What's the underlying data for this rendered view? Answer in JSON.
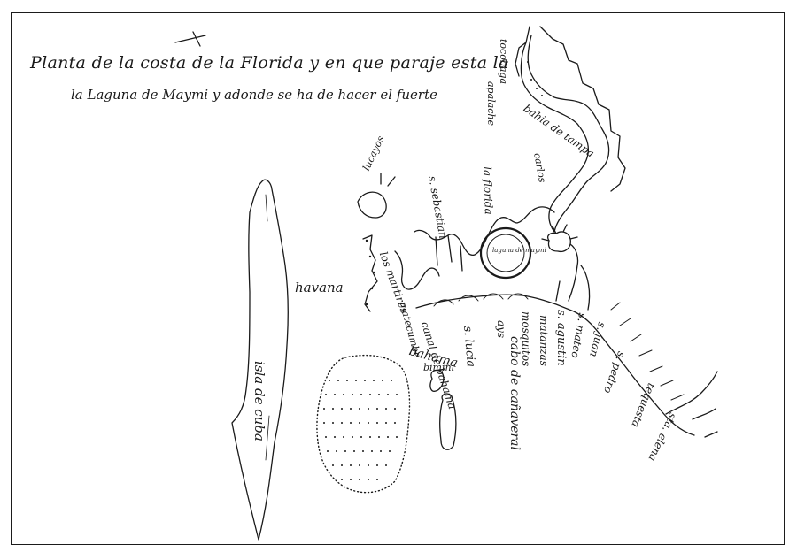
{
  "title": {
    "line1": "Planta de la costa de la Florida y en que paraje esta la",
    "line2": "la Laguna de Maymi y adonde se ha de hacer el fuerte"
  },
  "labels": {
    "havana": "havana",
    "cuba": "isla de cuba",
    "martires": "los martires",
    "matecumbe": "matecumbe",
    "bahama_ch": "canal de bahama",
    "bahama": "bahama",
    "bimini": "bimini",
    "lucayos": "lucayos",
    "sebastian": "s. sebastian",
    "la_florida": "la florida",
    "s_lucia": "s. lucia",
    "canaveral": "cabo de cañaveral",
    "ays": "ays",
    "mosquitos": "mosquitos",
    "s_agustin": "s. agustin",
    "matanzas": "matanzas",
    "s_mateo": "s. mateo",
    "s_juan": "s. juan",
    "s_pedro": "s. pedro",
    "sta_elena": "sta. elena",
    "tequesta": "tequesta",
    "carlos": "carlos",
    "bahia": "bahia de tampa",
    "tocobaga": "tocobaga",
    "apalache": "apalache",
    "seal": "laguna de maymi"
  },
  "colors": {
    "ink": "#1a1a1a",
    "paper": "#ffffff"
  }
}
